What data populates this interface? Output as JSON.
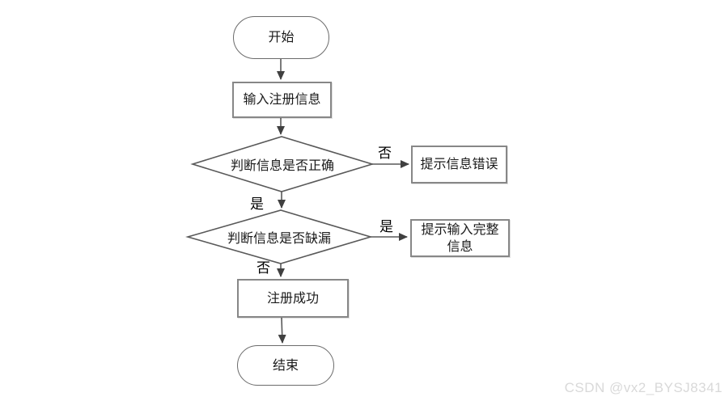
{
  "flowchart": {
    "nodes": {
      "start": {
        "label": "开始",
        "shape": "terminator"
      },
      "input": {
        "label": "输入注册信息",
        "shape": "process"
      },
      "decision_correct": {
        "label": "判断信息是否正确",
        "shape": "decision"
      },
      "error_hint": {
        "label": "提示信息错误",
        "shape": "process"
      },
      "decision_missing": {
        "label": "判断信息是否缺漏",
        "shape": "decision"
      },
      "complete_hint": {
        "label": "提示输入完整信息",
        "shape": "process"
      },
      "success": {
        "label": "注册成功",
        "shape": "process"
      },
      "end": {
        "label": "结束",
        "shape": "terminator"
      }
    },
    "edges": {
      "correct_no": {
        "label": "否"
      },
      "correct_yes": {
        "label": "是"
      },
      "missing_yes": {
        "label": "是"
      },
      "missing_no": {
        "label": "否"
      }
    }
  },
  "watermark": {
    "text": "CSDN @vx2_BYSJ8341"
  },
  "colors": {
    "background": "#ffffff",
    "process_border": "#878787",
    "terminator_border": "#6b6b6b",
    "diamond_stroke": "#595959",
    "connector": "#595959",
    "arrowhead": "#404040",
    "text": "#1a1a1a",
    "watermark": "#d9d9d9"
  }
}
